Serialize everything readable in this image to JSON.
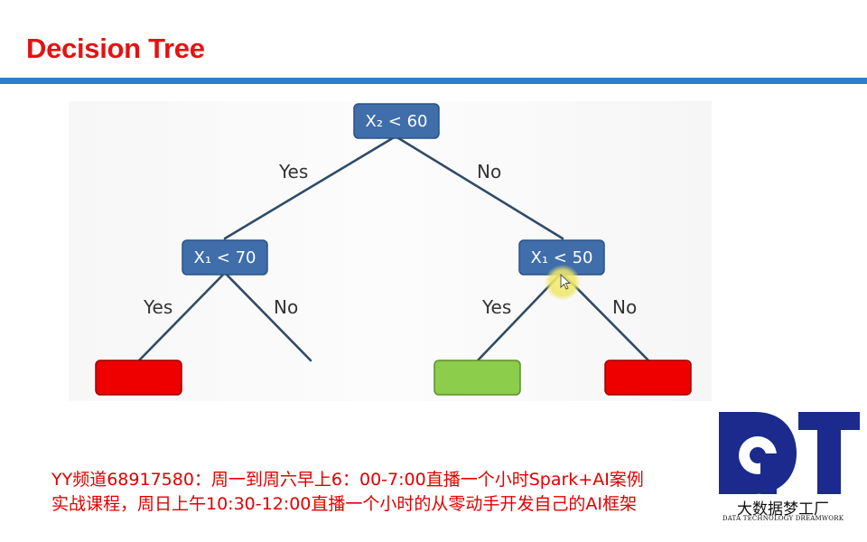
{
  "slide": {
    "title": "Decision Tree"
  },
  "tree": {
    "root": {
      "label": "X₂ < 60"
    },
    "left": {
      "label": "X₁ < 70"
    },
    "right": {
      "label": "X₁ < 50"
    },
    "branch_labels": {
      "root_yes": "Yes",
      "root_no": "No",
      "left_yes": "Yes",
      "left_no": "No",
      "right_yes": "Yes",
      "right_no": "No"
    },
    "colors": {
      "node_fill": "#3f6eaa",
      "edge": "#2f4b68",
      "leaf_red": "#ee0000",
      "leaf_green": "#8ccd4b",
      "cursor_highlight": "#f3ee73"
    }
  },
  "caption": {
    "line1": "YY频道68917580：周一到周六早上6：00-7:00直播一个小时Spark+AI案例",
    "line2": "实战课程，周日上午10:30-12:00直播一个小时的从零动手开发自己的AI框架"
  },
  "logo": {
    "letters": "DT",
    "chinese_name": "大数据梦工厂",
    "english_name": "DATA TECHNOLOGY DREAMWORK",
    "color": "#1b2a8c"
  }
}
